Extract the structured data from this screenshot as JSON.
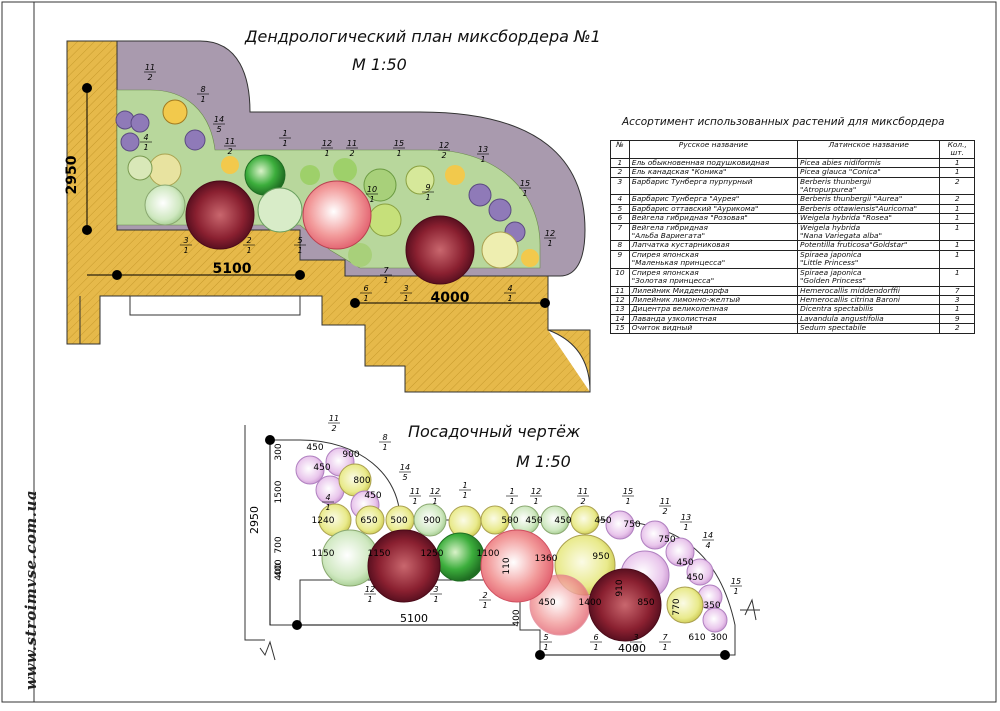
{
  "plan": {
    "title": "Дендрологический план миксбордера №1",
    "scale": "М 1:50",
    "dims": {
      "height": "2950",
      "width1": "5100",
      "width2": "4000"
    },
    "labels": [
      {
        "num": "11",
        "den": "2"
      },
      {
        "num": "8",
        "den": "1"
      },
      {
        "num": "14",
        "den": "5"
      },
      {
        "num": "11",
        "den": "2"
      },
      {
        "num": "1",
        "den": "1"
      },
      {
        "num": "4",
        "den": "1"
      },
      {
        "num": "12",
        "den": "1"
      },
      {
        "num": "11",
        "den": "2"
      },
      {
        "num": "15",
        "den": "1"
      },
      {
        "num": "12",
        "den": "2"
      },
      {
        "num": "13",
        "den": "1"
      },
      {
        "num": "15",
        "den": "1"
      },
      {
        "num": "10",
        "den": "1"
      },
      {
        "num": "9",
        "den": "1"
      },
      {
        "num": "12",
        "den": "1"
      },
      {
        "num": "3",
        "den": "1"
      },
      {
        "num": "2",
        "den": "1"
      },
      {
        "num": "5",
        "den": "1"
      },
      {
        "num": "6",
        "den": "1"
      },
      {
        "num": "3",
        "den": "1"
      },
      {
        "num": "7",
        "den": "1"
      },
      {
        "num": "4",
        "den": "1"
      }
    ]
  },
  "assortment": {
    "title": "Ассортимент использованных растений для миксбордера",
    "headers": {
      "num": "№",
      "ru": "Русское название",
      "lat": "Латинское название",
      "qty": "Кол., шт."
    },
    "rows": [
      {
        "n": "1",
        "ru": "Ель обыкновенная подушковидная",
        "lat": "Picea abies nidiformis",
        "q": "1"
      },
      {
        "n": "2",
        "ru": "Ель канадская \"Коника\"",
        "lat": "Picea glauca \"Conica\"",
        "q": "1"
      },
      {
        "n": "3",
        "ru": "Барбарис Тунберга пурпурный",
        "lat": "Berberis thunbergii\n\"Atropurpurea\"",
        "q": "2"
      },
      {
        "n": "4",
        "ru": "Барбарис Тунберга \"Аурея\"",
        "lat": "Berberis thunbergii \"Aurea\"",
        "q": "2"
      },
      {
        "n": "5",
        "ru": "Барбарис оттавский \"Аурикома\"",
        "lat": "Berberis ottawiensis\"Auricoma\"",
        "q": "1"
      },
      {
        "n": "6",
        "ru": "Вейгела гибридная \"Розовая\"",
        "lat": "Weigela hybrida \"Rosea\"",
        "q": "1"
      },
      {
        "n": "7",
        "ru": "Вейгела гибридная\n\"Альба Вариегата\"",
        "lat": "Weigela hybrida\n\"Nana Variegata alba\"",
        "q": "1"
      },
      {
        "n": "8",
        "ru": "Лапчатка кустарниковая",
        "lat": "Potentilla fruticosa\"Goldstar\"",
        "q": "1"
      },
      {
        "n": "9",
        "ru": "Спирея японская\n\"Маленькая принцесса\"",
        "lat": "Spiraea japonica\n\"Little Princess\"",
        "q": "1"
      },
      {
        "n": "10",
        "ru": "Спирея японская\n\"Золотая принцесса\"",
        "lat": "Spiraea japonica\n\"Golden Princess\"",
        "q": "1"
      },
      {
        "n": "11",
        "ru": "Лилейник Миддендорфа",
        "lat": "Hemerocallis middendorffii",
        "q": "7"
      },
      {
        "n": "12",
        "ru": "Лилейник лимонно-желтый",
        "lat": "Hemerocallis citrina Baroni",
        "q": "3"
      },
      {
        "n": "13",
        "ru": "Дицентра великолепная",
        "lat": "Dicentra spectabilis",
        "q": "1"
      },
      {
        "n": "14",
        "ru": "Лаванда узколистная",
        "lat": "Lavandula angustifolia",
        "q": "9"
      },
      {
        "n": "15",
        "ru": "Очиток видный",
        "lat": "Sedum spectabile",
        "q": "2"
      }
    ]
  },
  "planting": {
    "title": "Посадочный чертёж",
    "scale": "М 1:50",
    "dims_left": [
      "300",
      "400",
      "1500",
      "700",
      "400",
      "2950"
    ],
    "dims_bottom": [
      "5100",
      "4000",
      "610",
      "300"
    ],
    "dims_inner": [
      "450",
      "900",
      "450",
      "800",
      "450",
      "1240",
      "650",
      "500",
      "900",
      "500",
      "450",
      "450",
      "450",
      "750",
      "750",
      "1150",
      "1150",
      "1250",
      "1100",
      "110",
      "1360",
      "950",
      "450",
      "1400",
      "910",
      "850",
      "770",
      "400",
      "450",
      "450",
      "350"
    ],
    "labels": [
      {
        "num": "11",
        "den": "2"
      },
      {
        "num": "8",
        "den": "1"
      },
      {
        "num": "14",
        "den": "5"
      },
      {
        "num": "4",
        "den": "1"
      },
      {
        "num": "1",
        "den": "1"
      },
      {
        "num": "11",
        "den": "1"
      },
      {
        "num": "12",
        "den": "1"
      },
      {
        "num": "1",
        "den": "1"
      },
      {
        "num": "12",
        "den": "1"
      },
      {
        "num": "11",
        "den": "2"
      },
      {
        "num": "15",
        "den": "1"
      },
      {
        "num": "11",
        "den": "2"
      },
      {
        "num": "13",
        "den": "1"
      },
      {
        "num": "14",
        "den": "4"
      },
      {
        "num": "15",
        "den": "1"
      },
      {
        "num": "12",
        "den": "1"
      },
      {
        "num": "3",
        "den": "1"
      },
      {
        "num": "2",
        "den": "1"
      },
      {
        "num": "5",
        "den": "1"
      },
      {
        "num": "6",
        "den": "1"
      },
      {
        "num": "3",
        "den": "1"
      },
      {
        "num": "7",
        "den": "1"
      }
    ]
  },
  "watermark": "www.stroimvse.com.ua"
}
